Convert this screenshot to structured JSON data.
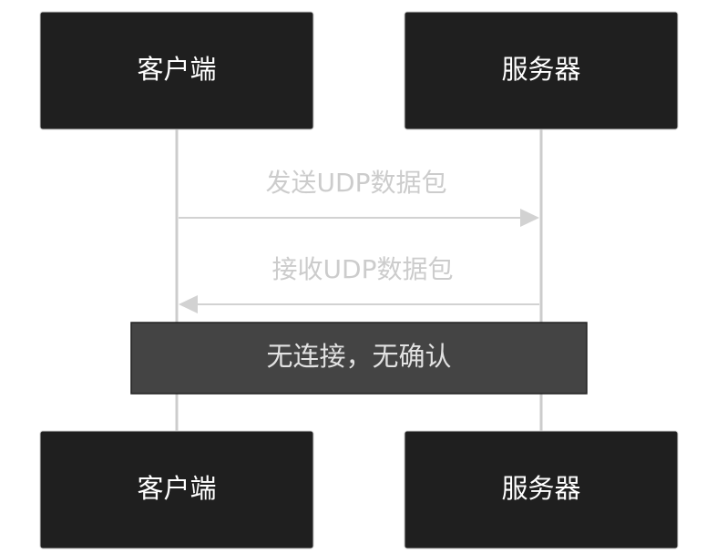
{
  "participants": {
    "client": "客户端",
    "server": "服务器"
  },
  "messages": [
    {
      "label": "发送UDP数据包",
      "from": "client",
      "to": "server"
    },
    {
      "label": "接收UDP数据包",
      "from": "server",
      "to": "client"
    }
  ],
  "note": "无连接，无确认",
  "colors": {
    "participant_fill": "#1f1f1f",
    "participant_stroke": "#cfcfcf",
    "participant_text": "#ffffff",
    "lifeline": "#cccccc",
    "message_line": "#d2d2d2",
    "message_text": "#cccccc",
    "note_fill": "#444444",
    "note_stroke": "#222222",
    "note_text": "#e2e2e2"
  }
}
